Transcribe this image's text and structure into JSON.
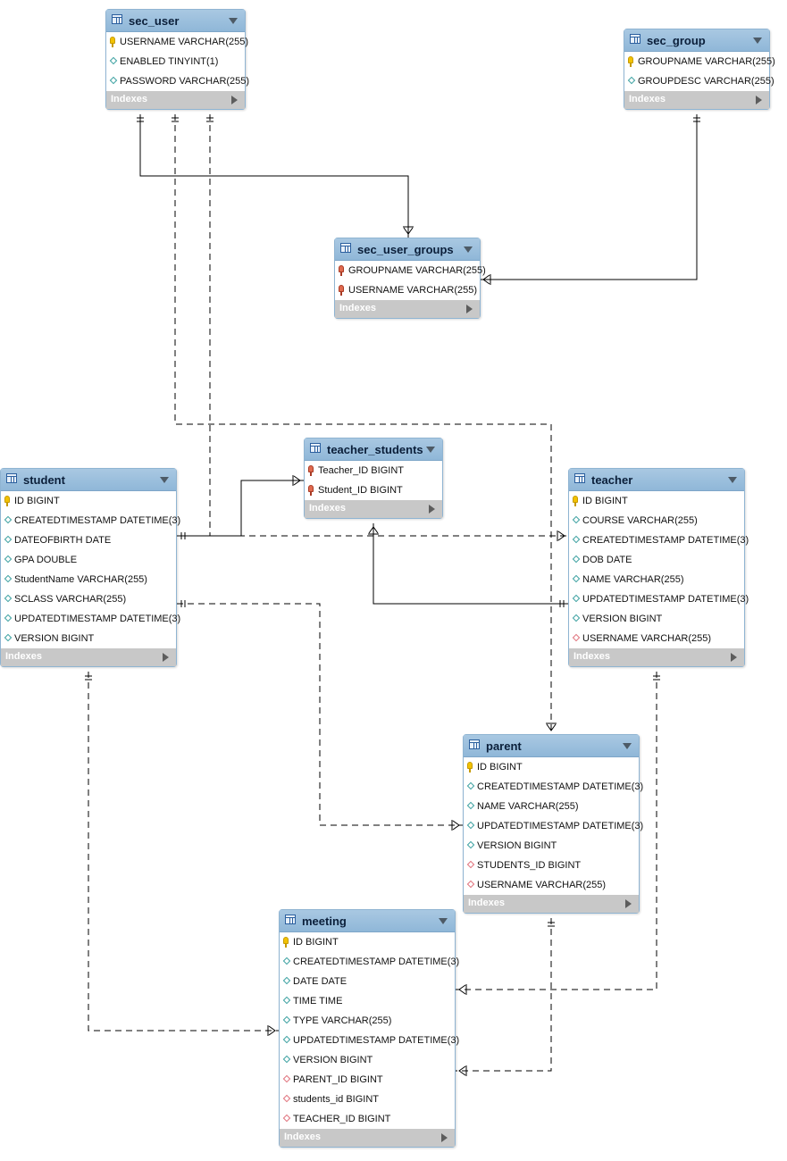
{
  "indexes_label": "Indexes",
  "tables": {
    "sec_user": {
      "name": "sec_user",
      "columns": [
        {
          "text": "USERNAME VARCHAR(255)",
          "icon": "key"
        },
        {
          "text": "ENABLED TINYINT(1)",
          "icon": "attr"
        },
        {
          "text": "PASSWORD VARCHAR(255)",
          "icon": "attr"
        }
      ]
    },
    "sec_group": {
      "name": "sec_group",
      "columns": [
        {
          "text": "GROUPNAME VARCHAR(255)",
          "icon": "key"
        },
        {
          "text": "GROUPDESC VARCHAR(255)",
          "icon": "attr"
        }
      ]
    },
    "sec_user_groups": {
      "name": "sec_user_groups",
      "columns": [
        {
          "text": "GROUPNAME VARCHAR(255)",
          "icon": "fkkey"
        },
        {
          "text": "USERNAME VARCHAR(255)",
          "icon": "fkkey"
        }
      ]
    },
    "teacher_students": {
      "name": "teacher_students",
      "columns": [
        {
          "text": "Teacher_ID BIGINT",
          "icon": "fkkey"
        },
        {
          "text": "Student_ID BIGINT",
          "icon": "fkkey"
        }
      ]
    },
    "student": {
      "name": "student",
      "columns": [
        {
          "text": "ID BIGINT",
          "icon": "key"
        },
        {
          "text": "CREATEDTIMESTAMP DATETIME(3)",
          "icon": "attr"
        },
        {
          "text": "DATEOFBIRTH DATE",
          "icon": "attr"
        },
        {
          "text": "GPA DOUBLE",
          "icon": "attr"
        },
        {
          "text": "StudentName VARCHAR(255)",
          "icon": "attr"
        },
        {
          "text": "SCLASS VARCHAR(255)",
          "icon": "attr"
        },
        {
          "text": "UPDATEDTIMESTAMP DATETIME(3)",
          "icon": "attr"
        },
        {
          "text": "VERSION BIGINT",
          "icon": "attr"
        }
      ]
    },
    "teacher": {
      "name": "teacher",
      "columns": [
        {
          "text": "ID BIGINT",
          "icon": "key"
        },
        {
          "text": "COURSE VARCHAR(255)",
          "icon": "attr"
        },
        {
          "text": "CREATEDTIMESTAMP DATETIME(3)",
          "icon": "attr"
        },
        {
          "text": "DOB DATE",
          "icon": "attr"
        },
        {
          "text": "NAME VARCHAR(255)",
          "icon": "attr"
        },
        {
          "text": "UPDATEDTIMESTAMP DATETIME(3)",
          "icon": "attr"
        },
        {
          "text": "VERSION BIGINT",
          "icon": "attr"
        },
        {
          "text": "USERNAME VARCHAR(255)",
          "icon": "fk"
        }
      ]
    },
    "parent": {
      "name": "parent",
      "columns": [
        {
          "text": "ID BIGINT",
          "icon": "key"
        },
        {
          "text": "CREATEDTIMESTAMP DATETIME(3)",
          "icon": "attr"
        },
        {
          "text": "NAME VARCHAR(255)",
          "icon": "attr"
        },
        {
          "text": "UPDATEDTIMESTAMP DATETIME(3)",
          "icon": "attr"
        },
        {
          "text": "VERSION BIGINT",
          "icon": "attr"
        },
        {
          "text": "STUDENTS_ID BIGINT",
          "icon": "fk"
        },
        {
          "text": "USERNAME VARCHAR(255)",
          "icon": "fk"
        }
      ]
    },
    "meeting": {
      "name": "meeting",
      "columns": [
        {
          "text": "ID BIGINT",
          "icon": "key"
        },
        {
          "text": "CREATEDTIMESTAMP DATETIME(3)",
          "icon": "attr"
        },
        {
          "text": "DATE DATE",
          "icon": "attr"
        },
        {
          "text": "TIME TIME",
          "icon": "attr"
        },
        {
          "text": "TYPE VARCHAR(255)",
          "icon": "attr"
        },
        {
          "text": "UPDATEDTIMESTAMP DATETIME(3)",
          "icon": "attr"
        },
        {
          "text": "VERSION BIGINT",
          "icon": "attr"
        },
        {
          "text": "PARENT_ID BIGINT",
          "icon": "fk"
        },
        {
          "text": "students_id BIGINT",
          "icon": "fk"
        },
        {
          "text": "TEACHER_ID BIGINT",
          "icon": "fk"
        }
      ]
    }
  }
}
